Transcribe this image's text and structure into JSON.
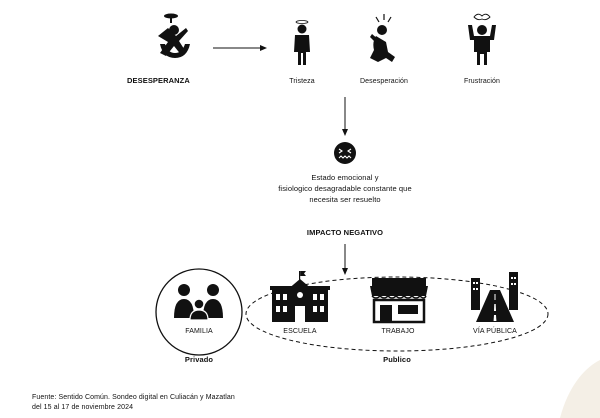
{
  "main": {
    "root_label": "DESESPERANZA",
    "emotions": [
      {
        "label": "Tristeza",
        "icon": "sad-person-icon"
      },
      {
        "label": "Desesperación",
        "icon": "desperate-person-icon"
      },
      {
        "label": "Frustración",
        "icon": "frustrated-person-icon"
      }
    ],
    "state_icon": "distressed-face-icon",
    "state_lines": [
      "Estado emocional y",
      "fisiologico desagradable constante que",
      "necesita ser resuelto"
    ],
    "impact_label": "IMPACTO NEGATIVO",
    "places": [
      {
        "label": "FAMILIA",
        "icon": "family-icon"
      },
      {
        "label": "ESCUELA",
        "icon": "school-icon"
      },
      {
        "label": "TRABAJO",
        "icon": "store-icon"
      },
      {
        "label": "VÍA PÚBLICA",
        "icon": "road-icon"
      }
    ],
    "private_label": "Privado",
    "public_label": "Publico"
  },
  "footer": {
    "source_line1": "Fuente: Sentido Común.  Sondeo digital en Culiacán y Mazatlan",
    "source_line2": "del 15 al 17 de noviembre 2024"
  },
  "colors": {
    "ink": "#111111",
    "accent": "#f4efe6"
  }
}
